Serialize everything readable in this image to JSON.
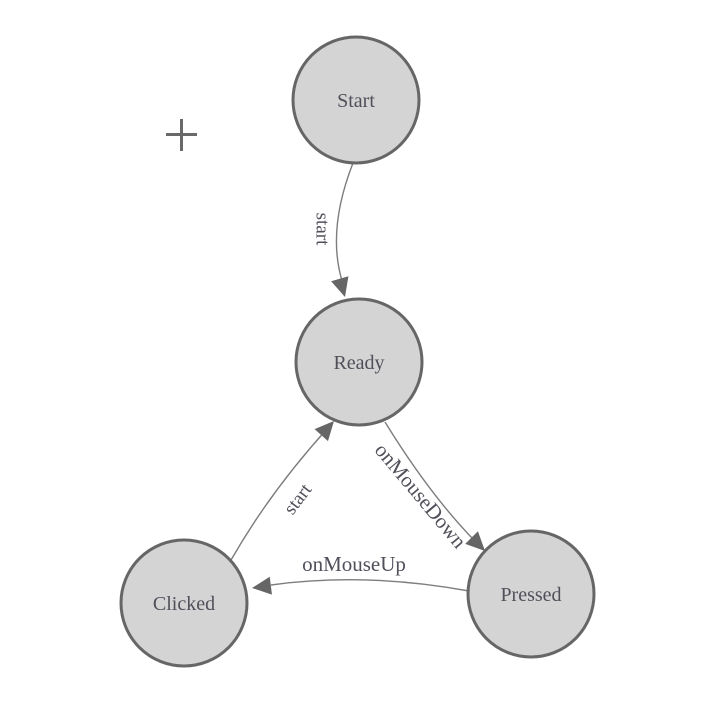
{
  "diagram": {
    "type": "finite-state-machine",
    "background": "#ffffff",
    "colors": {
      "node_fill": "#d4d4d4",
      "node_stroke": "#666666",
      "edge_stroke": "#7d7d7d",
      "arrow_fill": "#666666",
      "label_text": "#50505a"
    },
    "nodes": [
      {
        "id": "start",
        "label": "Start"
      },
      {
        "id": "ready",
        "label": "Ready"
      },
      {
        "id": "clicked",
        "label": "Clicked"
      },
      {
        "id": "pressed",
        "label": "Pressed"
      }
    ],
    "edges": [
      {
        "from": "start",
        "to": "ready",
        "label": "start"
      },
      {
        "from": "clicked",
        "to": "ready",
        "label": "start"
      },
      {
        "from": "ready",
        "to": "pressed",
        "label": "onMouseDown"
      },
      {
        "from": "pressed",
        "to": "clicked",
        "label": "onMouseUp"
      }
    ]
  }
}
